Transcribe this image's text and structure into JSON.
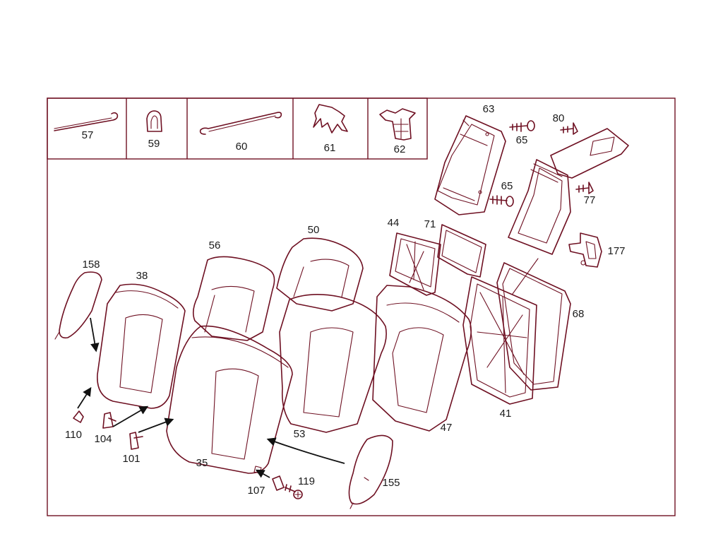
{
  "inset_parts": [
    {
      "id": "57",
      "label": "57"
    },
    {
      "id": "59",
      "label": "59"
    },
    {
      "id": "60",
      "label": "60"
    },
    {
      "id": "61",
      "label": "61"
    },
    {
      "id": "62",
      "label": "62"
    }
  ],
  "parts": [
    {
      "id": "63",
      "label": "63"
    },
    {
      "id": "65a",
      "label": "65"
    },
    {
      "id": "80",
      "label": "80"
    },
    {
      "id": "65b",
      "label": "65"
    },
    {
      "id": "77",
      "label": "77"
    },
    {
      "id": "44",
      "label": "44"
    },
    {
      "id": "71",
      "label": "71"
    },
    {
      "id": "50",
      "label": "50"
    },
    {
      "id": "56",
      "label": "56"
    },
    {
      "id": "177",
      "label": "177"
    },
    {
      "id": "158",
      "label": "158"
    },
    {
      "id": "38",
      "label": "38"
    },
    {
      "id": "68",
      "label": "68"
    },
    {
      "id": "41",
      "label": "41"
    },
    {
      "id": "47",
      "label": "47"
    },
    {
      "id": "53",
      "label": "53"
    },
    {
      "id": "110",
      "label": "110"
    },
    {
      "id": "104",
      "label": "104"
    },
    {
      "id": "101",
      "label": "101"
    },
    {
      "id": "35",
      "label": "35"
    },
    {
      "id": "107",
      "label": "107"
    },
    {
      "id": "119",
      "label": "119"
    },
    {
      "id": "155",
      "label": "155"
    }
  ]
}
